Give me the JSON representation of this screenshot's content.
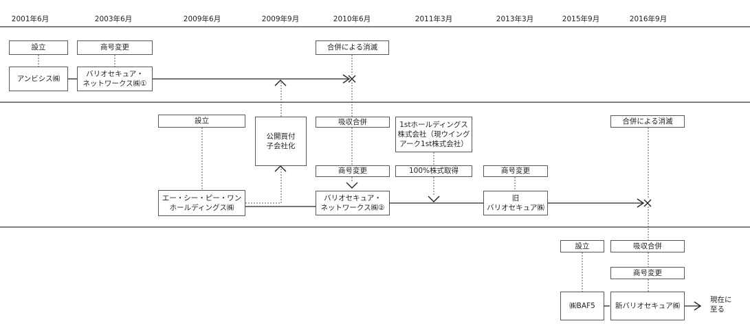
{
  "dates": [
    {
      "id": "d2001",
      "label": "2001年6月"
    },
    {
      "id": "d2003",
      "label": "2003年6月"
    },
    {
      "id": "d2009a",
      "label": "2009年6月"
    },
    {
      "id": "d2009b",
      "label": "2009年9月"
    },
    {
      "id": "d2010",
      "label": "2010年6月"
    },
    {
      "id": "d2011",
      "label": "2011年3月"
    },
    {
      "id": "d2013",
      "label": "2013年3月"
    },
    {
      "id": "d2015",
      "label": "2015年9月"
    },
    {
      "id": "d2016",
      "label": "2016年9月"
    }
  ],
  "events": {
    "establish_1": "設立",
    "rename_1": "商号変更",
    "merger_extinct_1": "合併による消滅",
    "establish_2": "設立",
    "tob": "公開買付\n子会社化",
    "absorb_1": "吸収合併",
    "rename_2": "商号変更",
    "first_holdings": "1stホールディングス\n株式会社（現ウイング\nアーク1st株式会社）",
    "acquire_100": "100%株式取得",
    "rename_3": "商号変更",
    "merger_extinct_2": "合併による消滅",
    "establish_3": "設立",
    "absorb_2": "吸収合併",
    "rename_4": "商号変更"
  },
  "entities": {
    "anbisys": "アンビシス㈱",
    "vs1": "バリオセキュア・\nネットワークス㈱①",
    "acp": "エー・シー・ピー・ワン\nホールディングス㈱",
    "vs2": "バリオセキュア・\nネットワークス㈱②",
    "old_vs": "旧\nバリオセキュア㈱",
    "baf5": "㈱BAF5",
    "new_vs": "新バリオセキュア㈱"
  },
  "continuation": "現在に\n至る"
}
